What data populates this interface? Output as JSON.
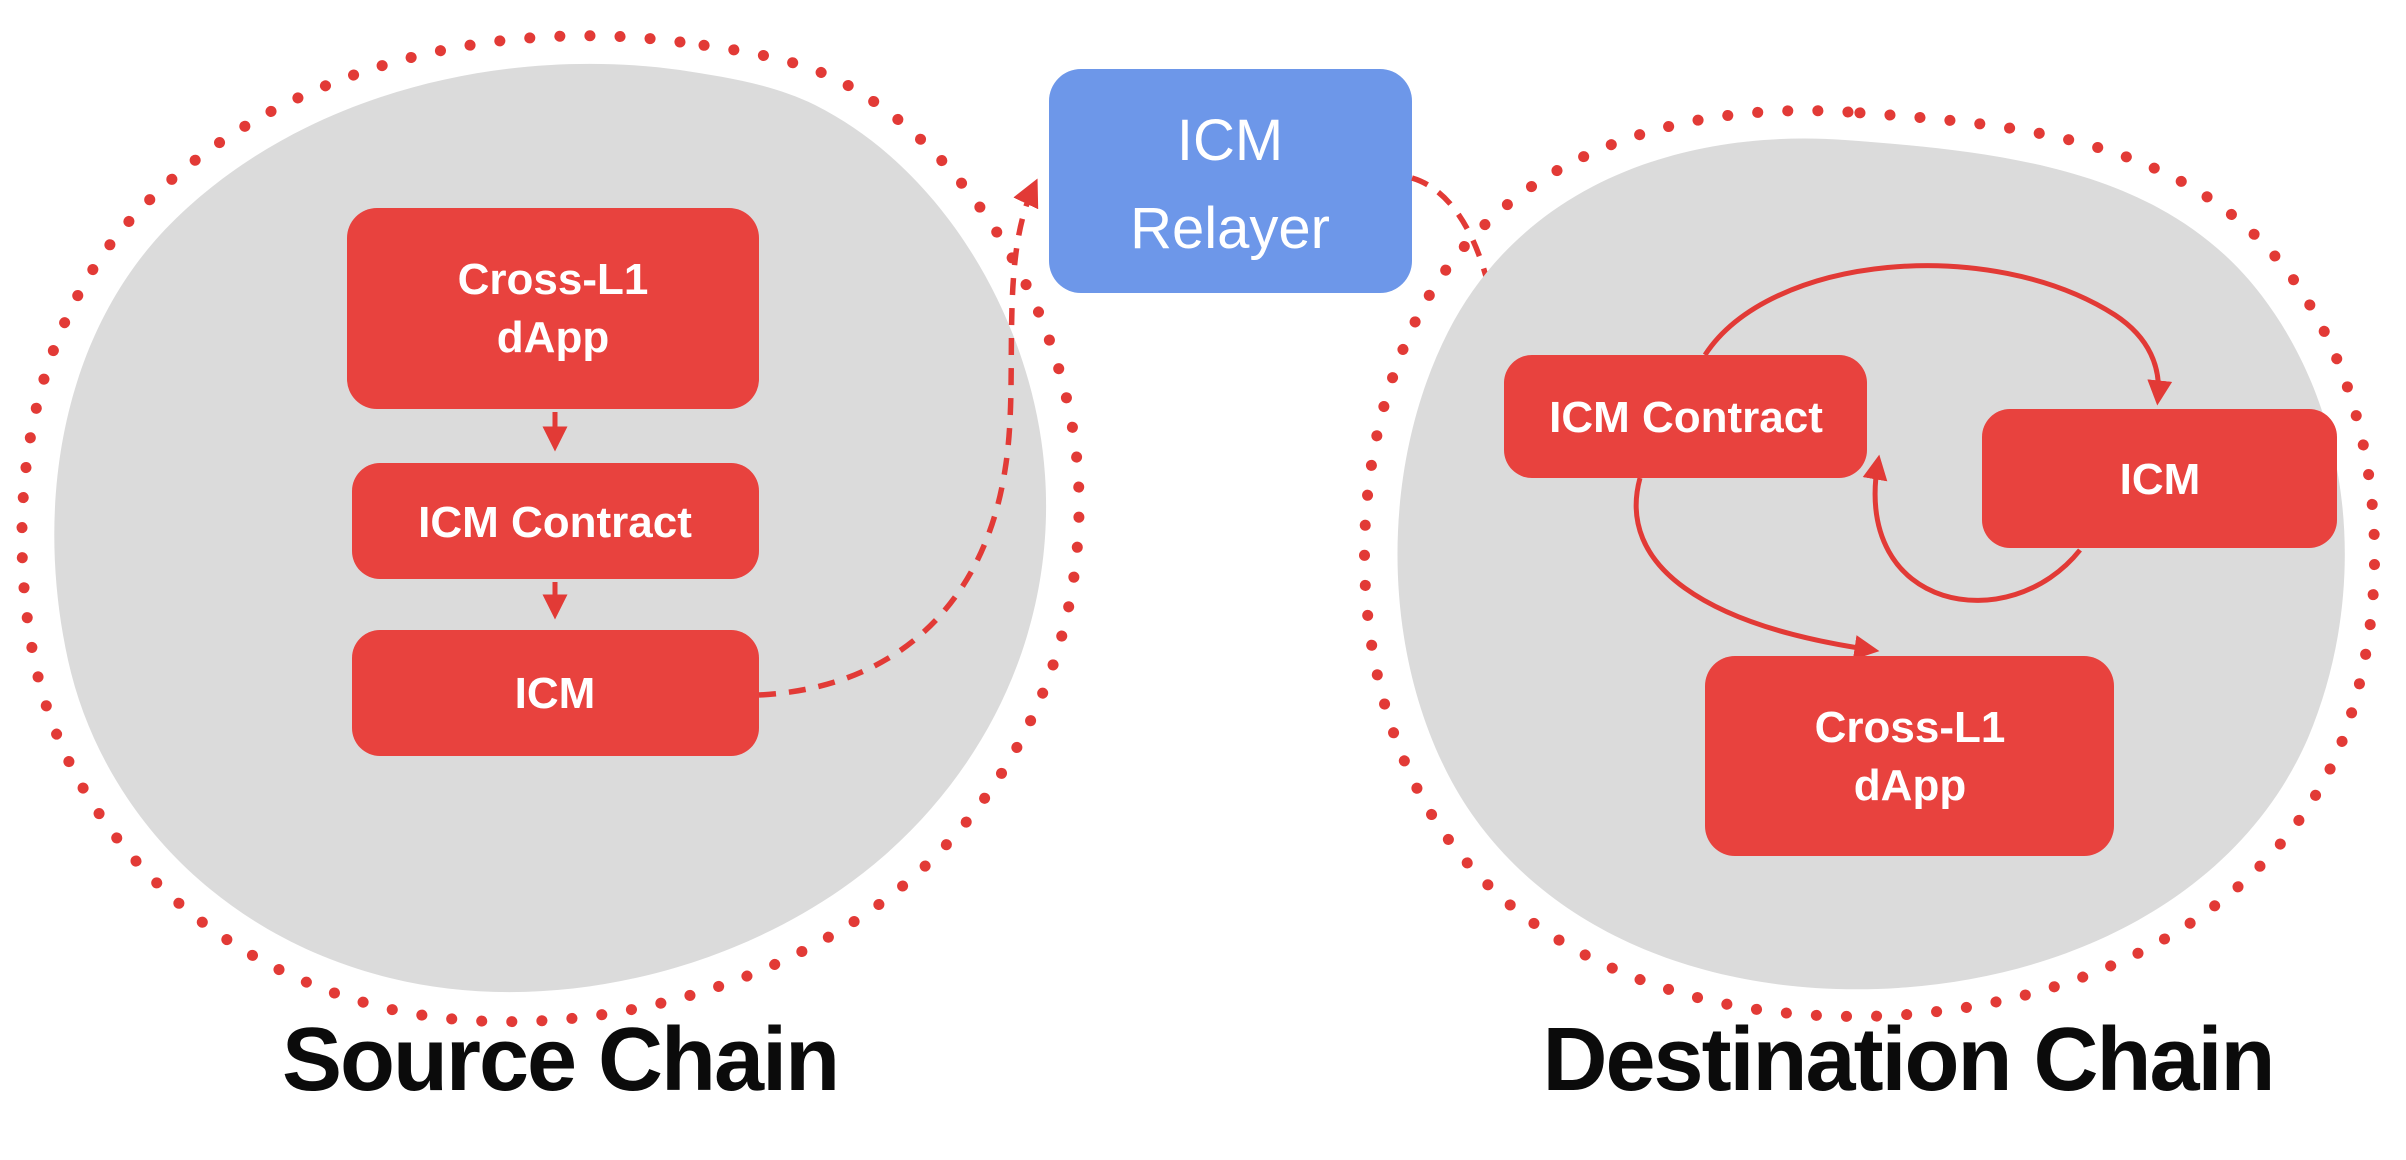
{
  "diagram": {
    "source_chain": {
      "label": "Source Chain",
      "nodes": {
        "dapp": {
          "line1": "Cross-L1",
          "line2": "dApp"
        },
        "contract": {
          "label": "ICM Contract"
        },
        "icm": {
          "label": "ICM"
        }
      }
    },
    "relayer": {
      "line1": "ICM",
      "line2": "Relayer"
    },
    "destination_chain": {
      "label": "Destination Chain",
      "nodes": {
        "contract": {
          "label": "ICM Contract"
        },
        "icm": {
          "label": "ICM"
        },
        "dapp": {
          "line1": "Cross-L1",
          "line2": "dApp"
        }
      }
    },
    "colors": {
      "node_red": "#e8423e",
      "arrow_red": "#e23a36",
      "relayer_blue": "#6d97e9",
      "chain_gray": "#dbdbdb",
      "node_text_white": "#ffffff",
      "label_text_black": "#0b0b0b",
      "background": "#ffffff"
    }
  }
}
